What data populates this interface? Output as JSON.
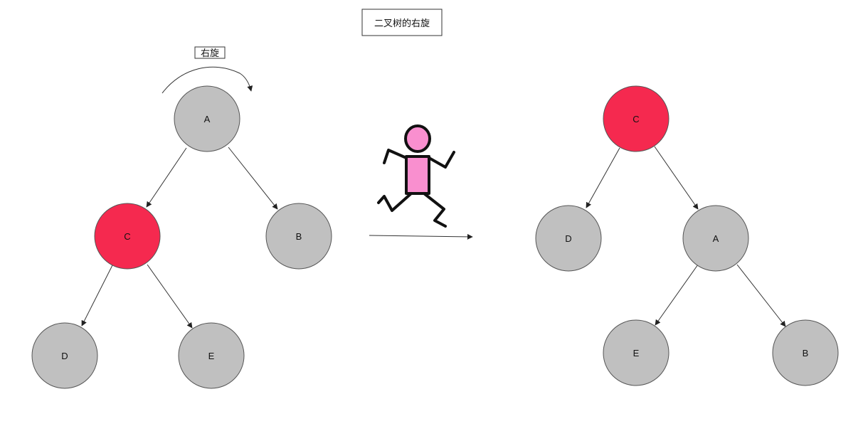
{
  "title": "二叉树的右旋",
  "rotation_label": "右旋",
  "colors": {
    "gray_node": "#c0c0c0",
    "red_node": "#f5294f",
    "stroke": "#555555",
    "figure_fill": "#f98fcf"
  },
  "before_tree": {
    "nodes": [
      {
        "label": "A",
        "color": "gray"
      },
      {
        "label": "C",
        "color": "red"
      },
      {
        "label": "B",
        "color": "gray"
      },
      {
        "label": "D",
        "color": "gray"
      },
      {
        "label": "E",
        "color": "gray"
      }
    ]
  },
  "after_tree": {
    "nodes": [
      {
        "label": "C",
        "color": "red"
      },
      {
        "label": "D",
        "color": "gray"
      },
      {
        "label": "A",
        "color": "gray"
      },
      {
        "label": "E",
        "color": "gray"
      },
      {
        "label": "B",
        "color": "gray"
      }
    ]
  },
  "icons": {
    "figure": "running-person-icon",
    "rotate_arrow": "curved-arrow-icon",
    "transition_arrow": "right-arrow-icon"
  }
}
